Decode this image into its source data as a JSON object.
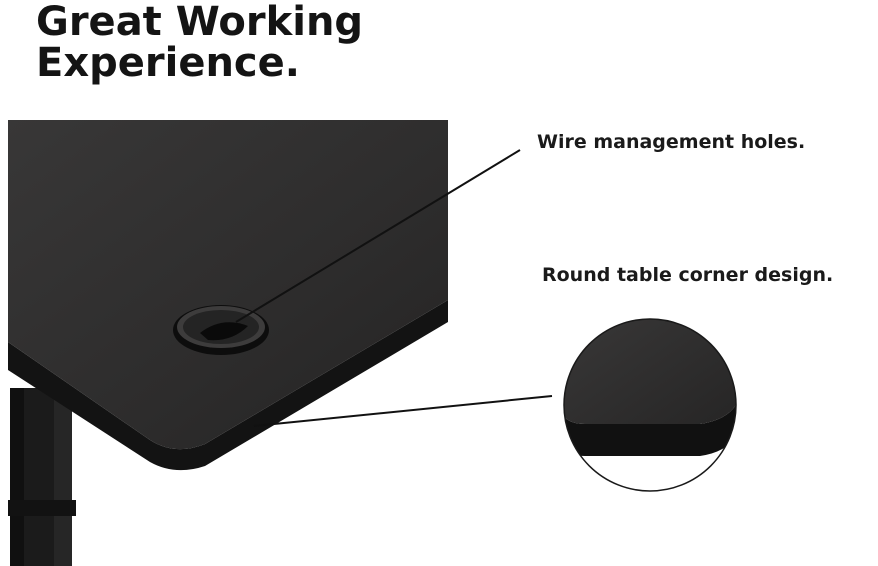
{
  "headline": {
    "line1": "Great Working",
    "line2": "Experience."
  },
  "callouts": {
    "wire_management": "Wire management holes.",
    "round_corner": "Round table corner design."
  },
  "colors": {
    "desk_top": "#2b2a2a",
    "desk_edge": "#121212",
    "leg": "#1a1a1a",
    "text": "#141414",
    "leader_line": "#111111"
  }
}
